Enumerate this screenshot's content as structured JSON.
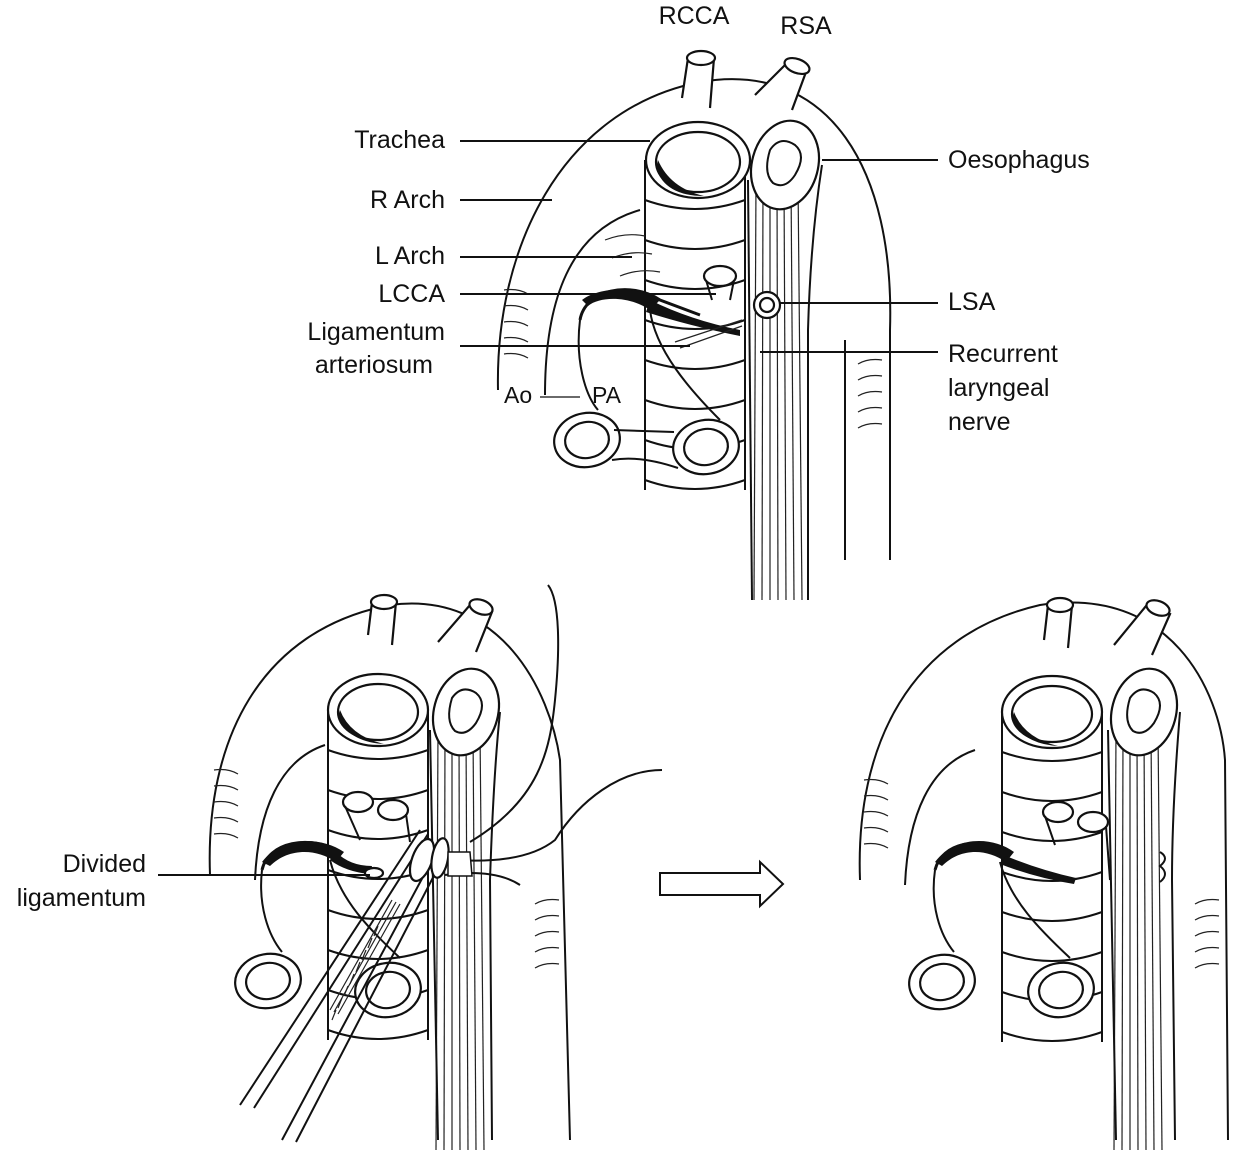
{
  "labels": {
    "rcca": "RCCA",
    "rsa": "RSA",
    "trachea": "Trachea",
    "oesophagus": "Oesophagus",
    "r_arch": "R Arch",
    "l_arch": "L Arch",
    "lcca": "LCCA",
    "lsa": "LSA",
    "ligamentum_1": "Ligamentum",
    "ligamentum_2": "arteriosum",
    "recurrent_1": "Recurrent",
    "recurrent_2": "laryngeal",
    "recurrent_3": "nerve",
    "ao": "Ao",
    "pa": "PA",
    "divided_1": "Divided",
    "divided_2": "ligamentum"
  },
  "icons": {
    "arrow": "right-arrow-outline"
  }
}
